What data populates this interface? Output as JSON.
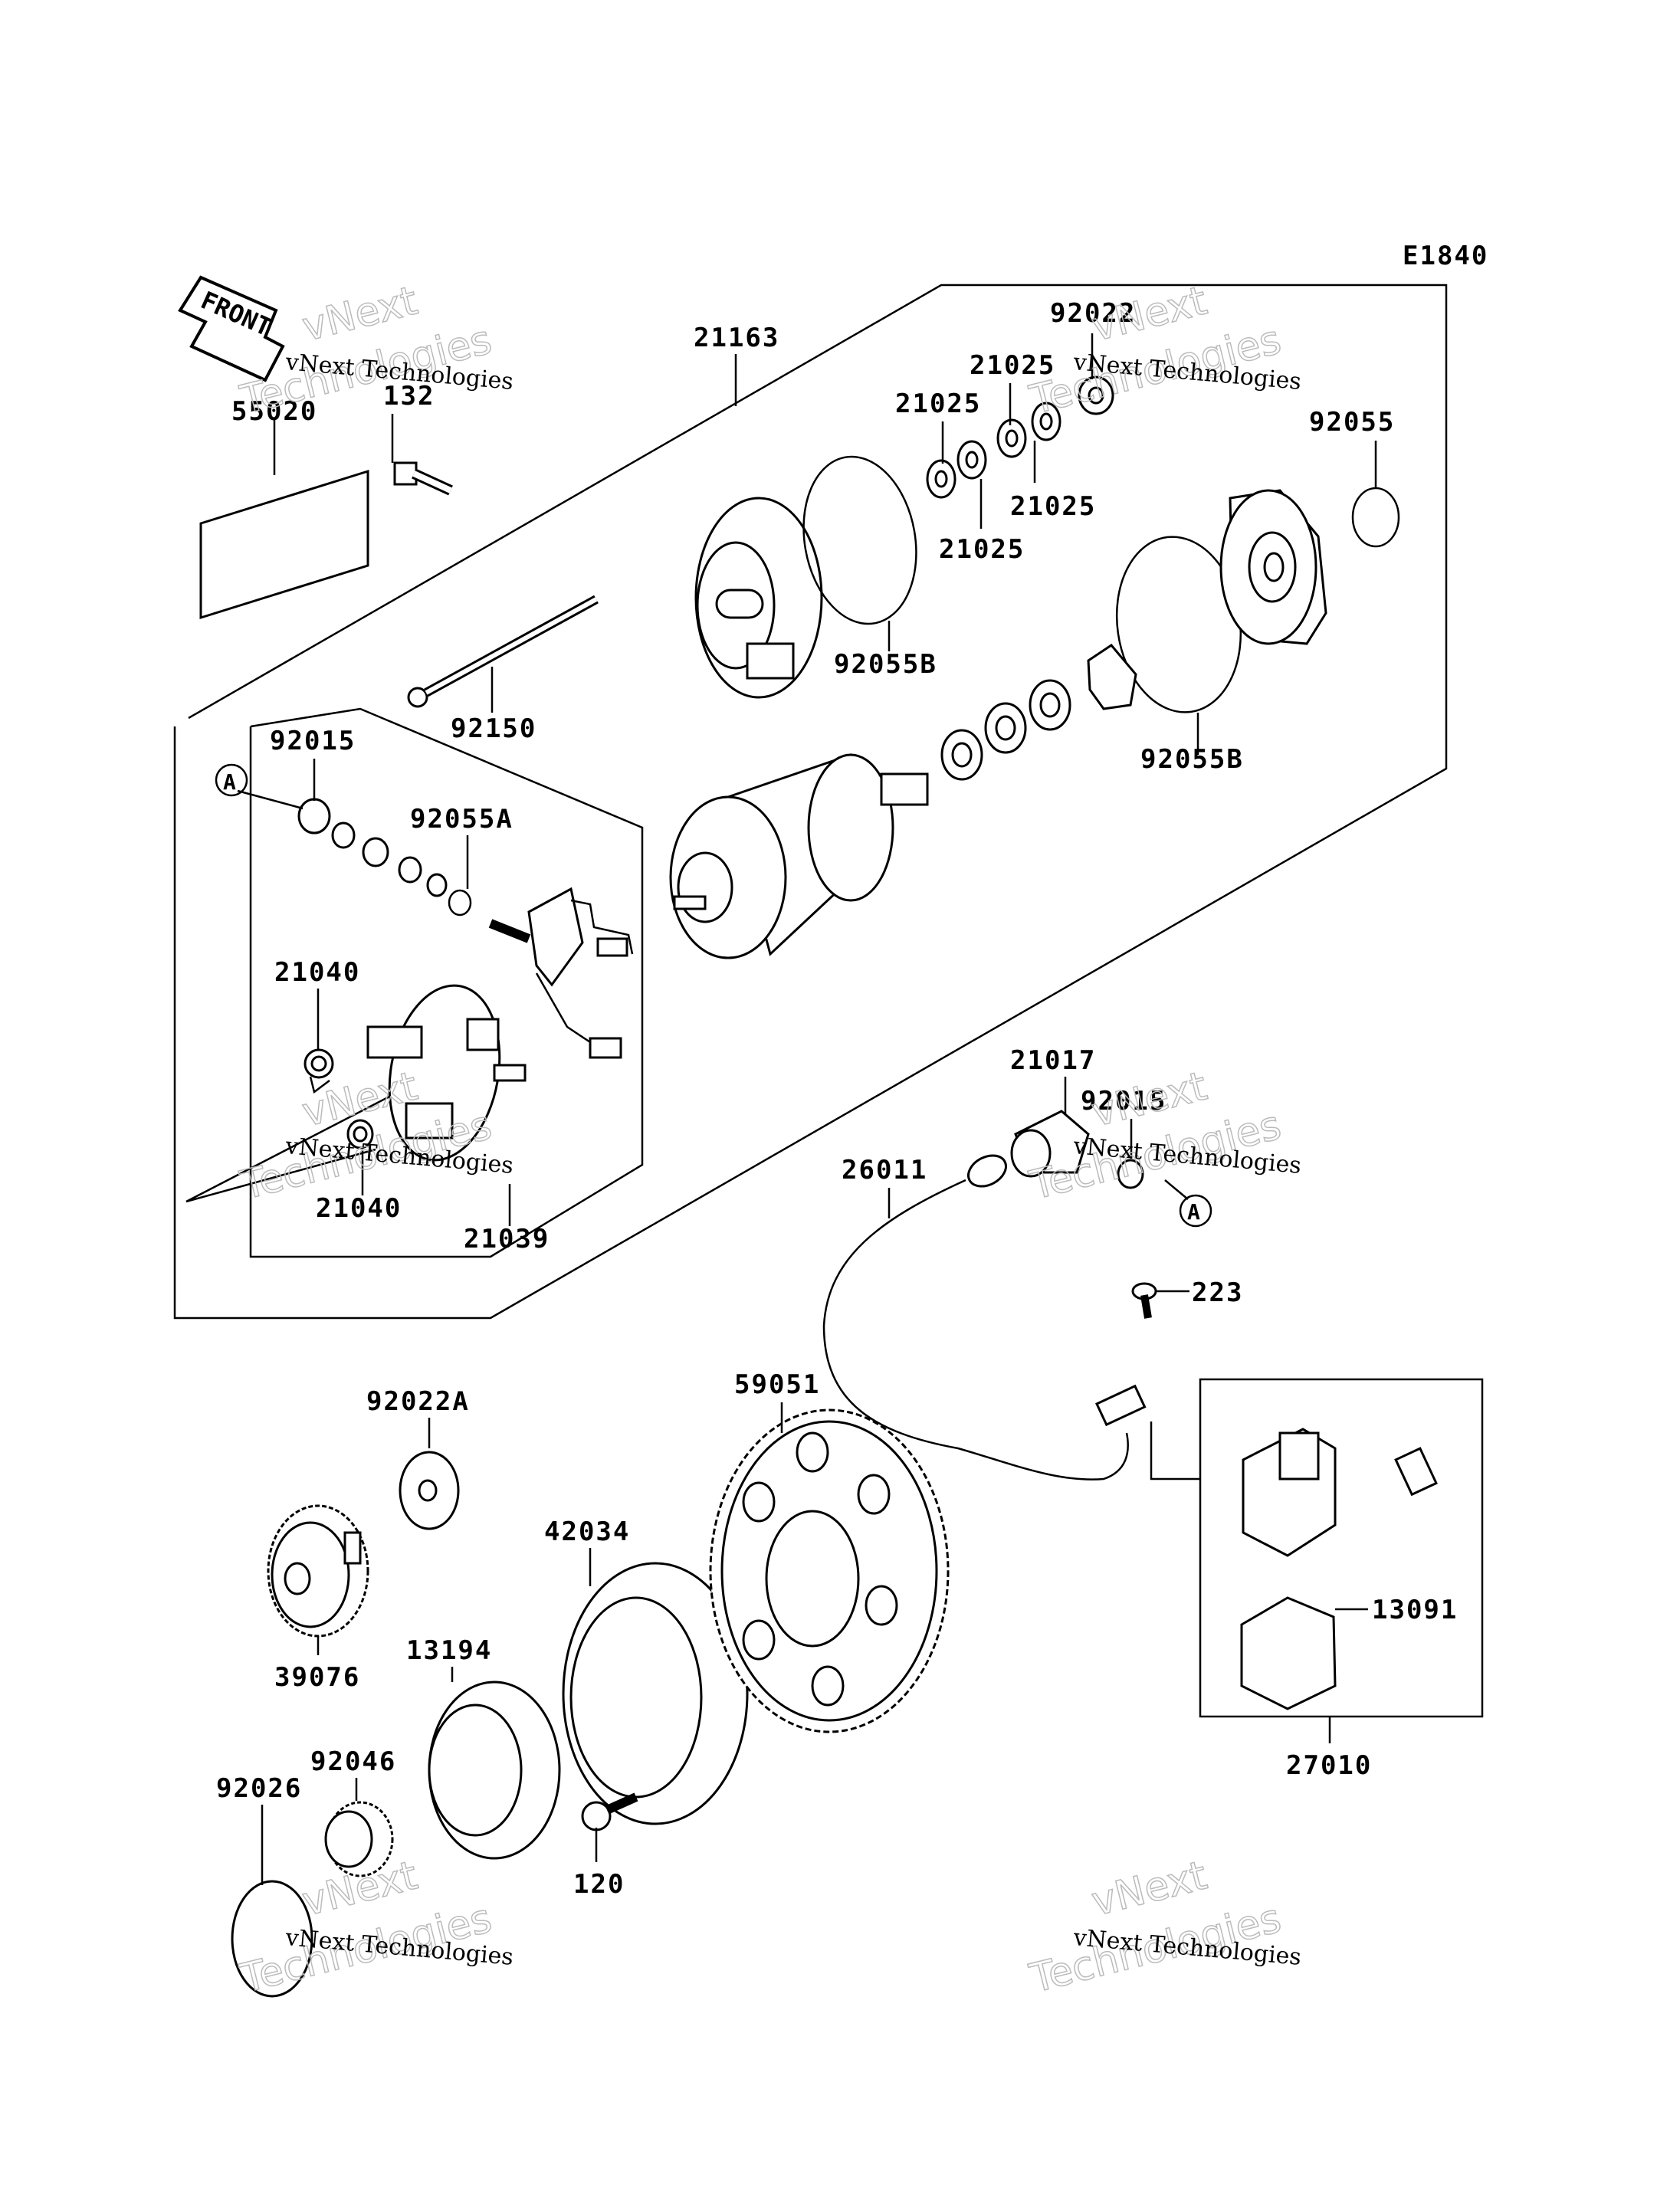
{
  "diagram": {
    "code": "E1840",
    "front": "FRONT",
    "watermark": {
      "line1": "vNext Technologies",
      "line2": "vNext",
      "line3": "Technologies"
    },
    "ref_circle": "A",
    "parts": {
      "p21163": "21163",
      "p92022": "92022",
      "p21025a": "21025",
      "p21025b": "21025",
      "p21025c": "21025",
      "p21025d": "21025",
      "p92055": "92055",
      "p55020": "55020",
      "p132": "132",
      "p92055b_1": "92055B",
      "p92055b_2": "92055B",
      "p92150": "92150",
      "p92015a": "92015",
      "p92055a": "92055A",
      "p21040a": "21040",
      "p21040b": "21040",
      "p21039": "21039",
      "p21017": "21017",
      "p92015b": "92015",
      "p26011": "26011",
      "p223": "223",
      "p92022a": "92022A",
      "p59051": "59051",
      "p42034": "42034",
      "p39076": "39076",
      "p13194": "13194",
      "p13091": "13091",
      "p92046": "92046",
      "p92026": "92026",
      "p120": "120",
      "p27010": "27010"
    }
  }
}
